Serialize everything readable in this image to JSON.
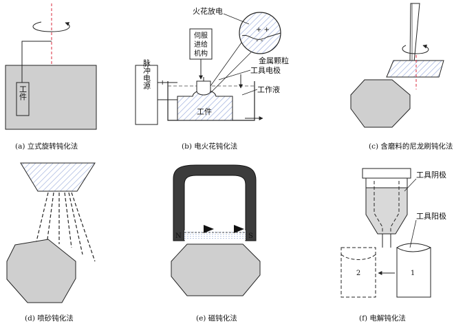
{
  "panels": {
    "a": {
      "caption": "(a) 立式旋转钝化法",
      "workpiece": "工件"
    },
    "b": {
      "caption": "(b) 电火花钝化法",
      "spark": "火花放电",
      "servo": "伺服进给机构",
      "particles": "金属颗粒",
      "electrode": "工具电极",
      "fluid": "工作液",
      "pulse_power": "脉冲电源",
      "workpiece": "工件",
      "plus": "+",
      "minus": "−"
    },
    "c": {
      "caption": "(c) 含磨料的尼龙刷钝化法"
    },
    "d": {
      "caption": "(d) 喷砂钝化法"
    },
    "e": {
      "caption": "(e) 磁钝化法",
      "north": "N",
      "south": "S"
    },
    "f": {
      "caption": "(f) 电解钝化法",
      "cathode": "工具阴极",
      "anode": "工具阳极",
      "label_2": "2",
      "label_1": "1"
    }
  },
  "colors": {
    "gray_fill": "#cfcfcf",
    "dark_gray": "#3c3c3c",
    "hatch_blue": "#6d86c9",
    "red_axis": "#d9263a",
    "line": "#222222"
  }
}
